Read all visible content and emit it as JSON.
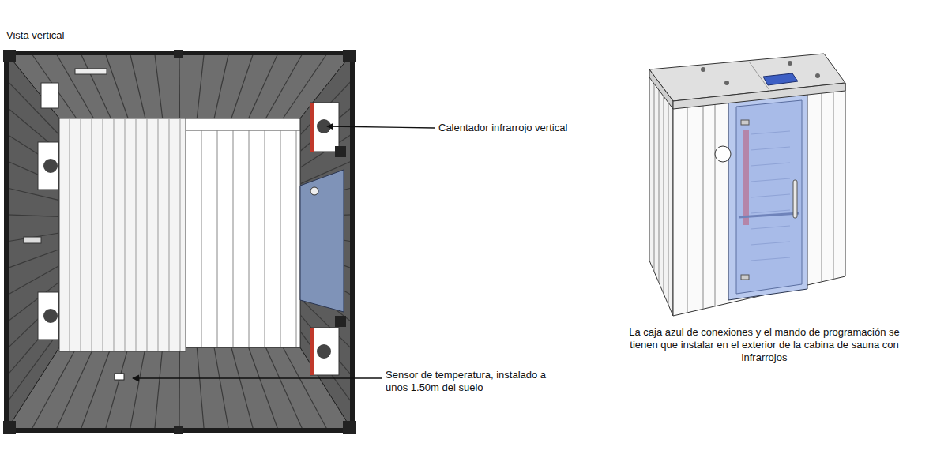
{
  "diagram": {
    "labels": [
      "Vista vertical",
      "Calentador infrarrojo vertical",
      "Sensor de temperatura, instalado a unos 1.50m del suelo",
      "La caja azul de conexiones y el mando de programación se tienen que instalar en el exterior de la cabina de sauna con infrarrojos"
    ]
  }
}
